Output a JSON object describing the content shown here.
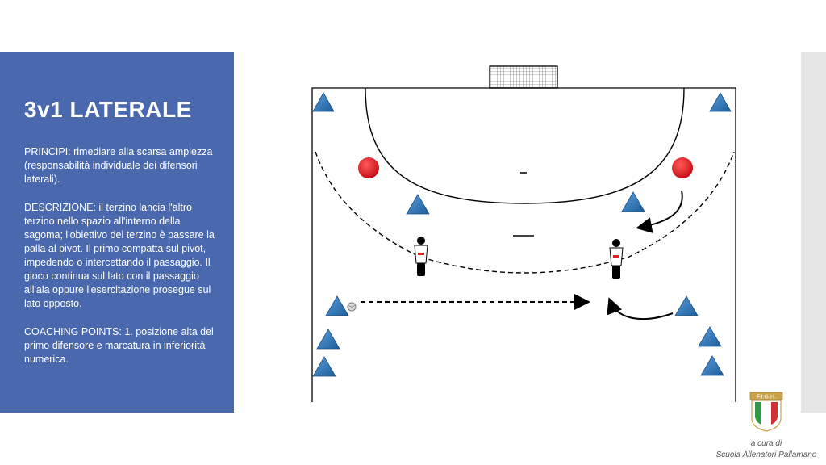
{
  "slide": {
    "title": "3v1 LATERALE",
    "principi": "PRINCIPI: rimediare alla scarsa ampiezza (responsabilità individuale dei difensori laterali).",
    "descrizione": "DESCRIZIONE: il terzino lancia l'altro terzino nello spazio all'interno della sagoma; l'obiettivo del terzino è passare la palla al pivot. Il primo compatta sul pivot, impedendo o intercettando il passaggio. Il gioco continua sul lato con il passaggio all'ala oppure l'esercitazione prosegue sul lato opposto.",
    "coaching": "COACHING POINTS: 1. posizione alta del primo difensore e marcatura in inferiorità numerica."
  },
  "logo": {
    "text": "F.I.G.H."
  },
  "credit": {
    "line1": "a cura di",
    "line2": "Scuola Allenatori Pallamano"
  },
  "colors": {
    "panel": "#4a68ad",
    "attacker": "#2e74b5",
    "defender": "#e3141b",
    "gray_bar": "#e6e6e6"
  },
  "legend_icons": [
    "triangle-attacker-icon",
    "red-circle-defender-icon",
    "pivot-figure-icon",
    "ball-icon",
    "goal-icon"
  ]
}
